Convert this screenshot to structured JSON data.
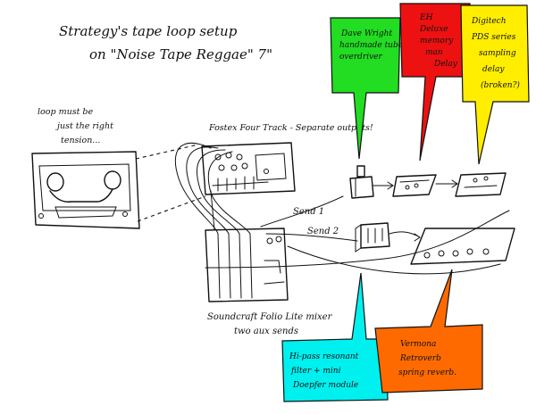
{
  "title_line1": "Strategy's tape loop setup",
  "title_line2": "on \"Noise Tape Reggae\" 7\"",
  "tape_note": [
    "loop must be",
    "just the right",
    "tension..."
  ],
  "fostex_label": "Fostex Four Track - Separate outputs!",
  "mixer_label": [
    "Soundcraft Folio Lite mixer",
    "two aux sends"
  ],
  "send1_label": "Send 1",
  "send2_label": "Send 2",
  "callouts": {
    "green": {
      "color": "#22dd22",
      "lines": [
        "Dave Wright",
        "handmade tube",
        "overdriver"
      ]
    },
    "red": {
      "color": "#ee1111",
      "lines": [
        "EH",
        "Deluxe",
        "memory",
        "man",
        "Delay"
      ]
    },
    "yellow": {
      "color": "#ffee00",
      "lines": [
        "Digitech",
        "PDS series",
        "sampling",
        "delay",
        "(broken?)"
      ]
    },
    "cyan": {
      "color": "#00f0f0",
      "lines": [
        "Hi-pass resonant",
        "filter + mini",
        "Doepfer module"
      ]
    },
    "orange": {
      "color": "#ff6a00",
      "lines": [
        "Vermona",
        "Retroverb",
        "spring reverb."
      ]
    }
  }
}
